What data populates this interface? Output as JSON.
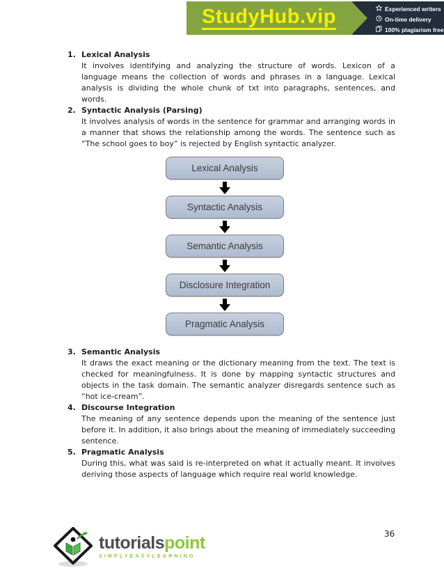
{
  "header": {
    "logo_text": "StudyHub.vip",
    "badges": [
      {
        "icon": "star-icon",
        "label": "Experienced writers"
      },
      {
        "icon": "clock-icon",
        "label": "On-time delivery"
      },
      {
        "icon": "copy-icon",
        "label": "100% plagiarism free"
      }
    ],
    "colors": {
      "green": "#84a440",
      "navy": "#232d3b",
      "yellow": "#f6f000"
    }
  },
  "list": [
    {
      "number": "1.",
      "title": "Lexical Analysis",
      "body": "It involves identifying and analyzing the structure of words. Lexicon of a language means the collection of words and phrases in a language. Lexical analysis is dividing the whole chunk of txt into paragraphs, sentences, and words."
    },
    {
      "number": "2.",
      "title": "Syntactic Analysis (Parsing)",
      "body": "It involves analysis of words in the sentence for grammar and arranging words in a manner that shows the relationship among the words. The sentence such as “The school goes to boy” is rejected by English syntactic analyzer."
    },
    {
      "number": "3.",
      "title": "Semantic Analysis",
      "body": "It draws the exact meaning or the dictionary meaning from the text. The text is checked for meaningfulness. It is done by mapping syntactic structures and objects in the task domain. The semantic analyzer disregards sentence such as “hot ice-cream”."
    },
    {
      "number": "4.",
      "title": "Discourse Integration",
      "body": "The meaning of any sentence depends upon the meaning of the sentence just before it. In addition, it also brings about the meaning of immediately succeeding sentence."
    },
    {
      "number": "5.",
      "title": "Pragmatic Analysis",
      "body": "During this, what was said is re-interpreted on what it actually meant. It involves deriving those aspects of language which require real world knowledge."
    }
  ],
  "diagram": {
    "type": "flowchart",
    "nodes": [
      "Lexical Analysis",
      "Syntactic Analysis",
      "Semantic Analysis",
      "Disclosure Integration",
      "Pragmatic Analysis"
    ],
    "box_fill": "#b4c0d3",
    "box_border": "#7e7e7e",
    "arrow_color": "#000000"
  },
  "footer": {
    "brand_dark": "tutorials",
    "brand_green": "point",
    "tagline": "SIMPLYEASYLEARNING",
    "page_number": "36"
  }
}
